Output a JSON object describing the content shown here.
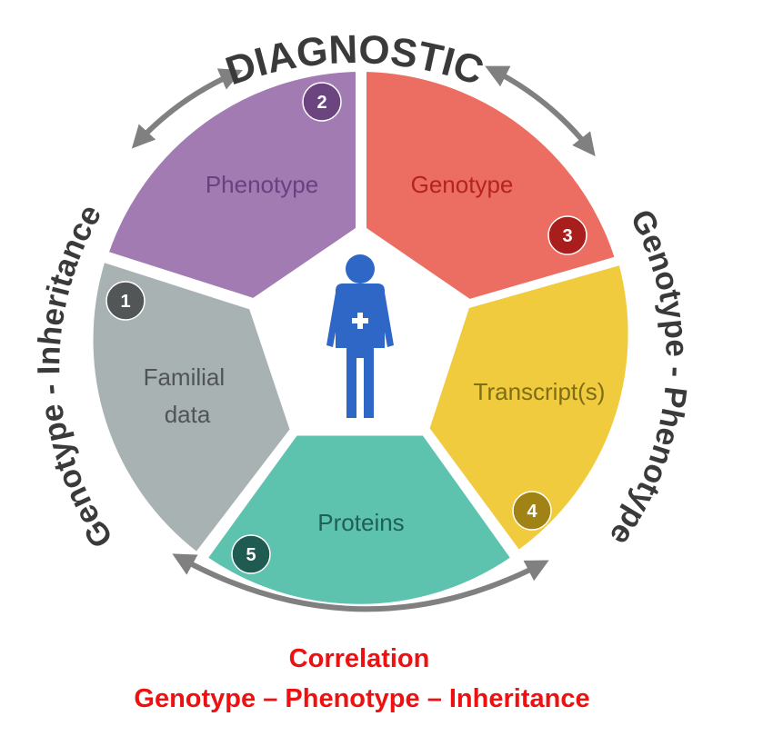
{
  "title": "DIAGNOSTIC",
  "left_arc_label": "Genotype - Inheritance",
  "right_arc_label": "Genotype - Phenotype",
  "caption": {
    "line1": "Correlation",
    "line2": "Genotype – Phenotype – Inheritance"
  },
  "segments": [
    {
      "label": "Phenotype",
      "number": "2",
      "fill": "#a27bb3",
      "text_color": "#6a4080",
      "badge_color": "#6b4480"
    },
    {
      "label": "Genotype",
      "number": "3",
      "fill": "#ec6d62",
      "text_color": "#b5241c",
      "badge_color": "#aa1d1d"
    },
    {
      "label": "Transcript(s)",
      "number": "4",
      "fill": "#f1cb3e",
      "text_color": "#7d6d17",
      "badge_color": "#a08314"
    },
    {
      "label": "Proteins",
      "number": "5",
      "fill": "#5ec3ae",
      "text_color": "#1f5f54",
      "badge_color": "#1f5b50"
    },
    {
      "label": "Familial data",
      "label_lines": [
        "Familial",
        "data"
      ],
      "number": "1",
      "fill": "#a9b2b3",
      "text_color": "#505457",
      "badge_color": "#535657"
    }
  ],
  "person": {
    "icon": "person-with-cross-icon",
    "color": "#2e67c6"
  },
  "arrow_color": "#808080"
}
